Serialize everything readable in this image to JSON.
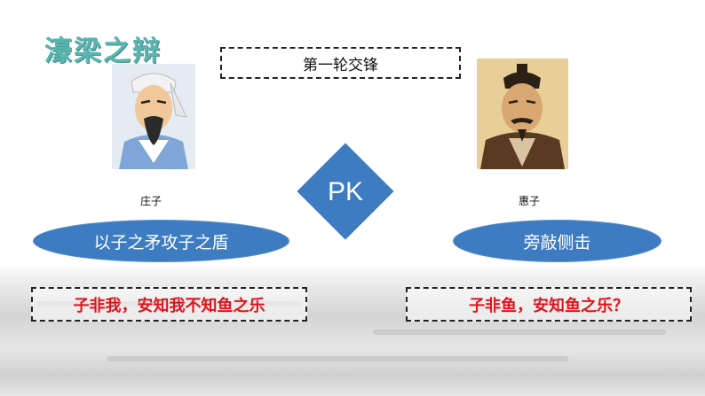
{
  "title": "濠梁之辩",
  "round_label": "第一轮交锋",
  "pk_label": "PK",
  "left": {
    "name": "庄子",
    "strategy": "以子之矛攻子之盾",
    "quote": "子非我，安知我不知鱼之乐"
  },
  "right": {
    "name": "惠子",
    "strategy": "旁敲侧击",
    "quote": "子非鱼，安知鱼之乐？"
  },
  "colors": {
    "title": "#5bb5b0",
    "accent_blue": "#3e7cc2",
    "quote_red": "#e0141b"
  }
}
